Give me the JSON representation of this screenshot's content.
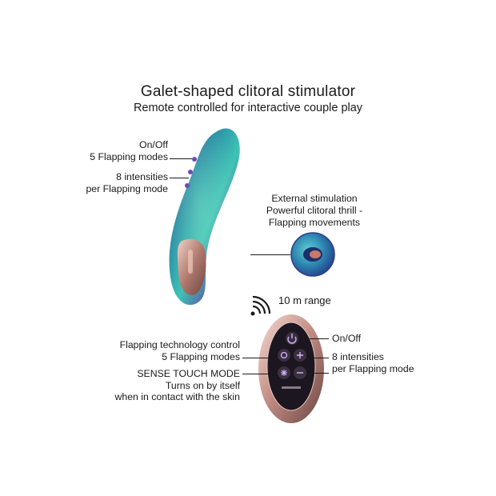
{
  "header": {
    "title": "Galet-shaped clitoral stimulator",
    "subtitle": "Remote controlled for interactive couple play"
  },
  "device_callouts": {
    "on_off": "On/Off",
    "flapping_modes": "5 Flapping modes",
    "intensities": "8 intensities",
    "per_mode": "per Flapping mode"
  },
  "stimulation_callout": {
    "line1": "External stimulation",
    "line2": "Powerful clitoral thrill -",
    "line3": "Flapping movements"
  },
  "range": {
    "label": "10 m range",
    "icon": "wireless-signal-icon"
  },
  "remote_callouts": {
    "tech_control": "Flapping technology control",
    "flapping_modes": "5 Flapping modes",
    "sense_touch": "SENSE TOUCH MODE",
    "turns_on": "Turns on by itself",
    "skin_contact": "when in contact with the skin",
    "on_off": "On/Off",
    "intensities": "8 intensities",
    "per_mode": "per Flapping mode"
  },
  "colors": {
    "device_teal": "#2fa9b0",
    "device_purple": "#5b3fa0",
    "remote_rose": "#b98a86",
    "remote_face": "#1c1620"
  }
}
